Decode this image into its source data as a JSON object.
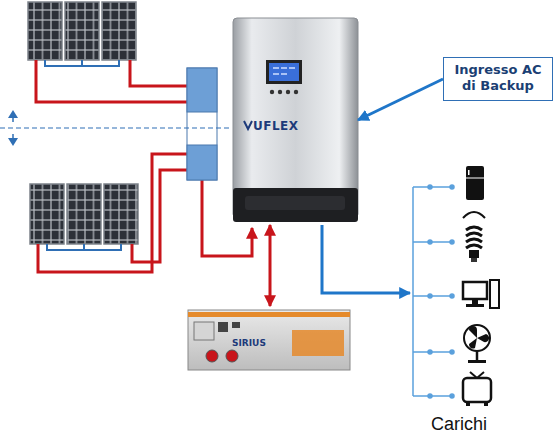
{
  "diagram": {
    "nodes": [
      {
        "text": [
          "UFLEX"
        ]
      },
      {
        "text": [
          "Ingresso AC di Backup"
        ]
      },
      {
        "text": [
          "SIRIUS"
        ]
      }
    ],
    "edges": [
      {
        "from": 1,
        "to": 0,
        "arrow": "to"
      },
      {
        "from": 0,
        "to": 2,
        "arrow": "both"
      }
    ],
    "labels": [
      "Carichi"
    ]
  }
}
